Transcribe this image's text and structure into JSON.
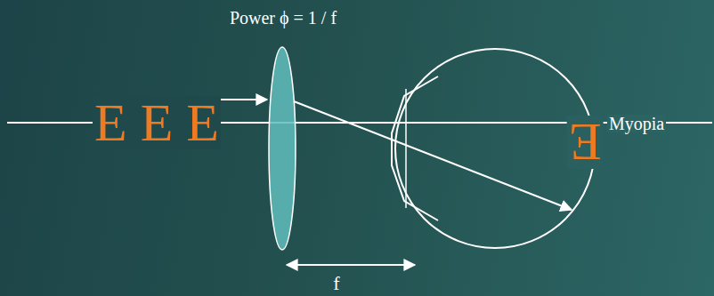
{
  "diagram": {
    "labels": [
      "Power ϕ = 1 / f",
      "E E E",
      "E",
      "Myopia",
      "f"
    ]
  }
}
